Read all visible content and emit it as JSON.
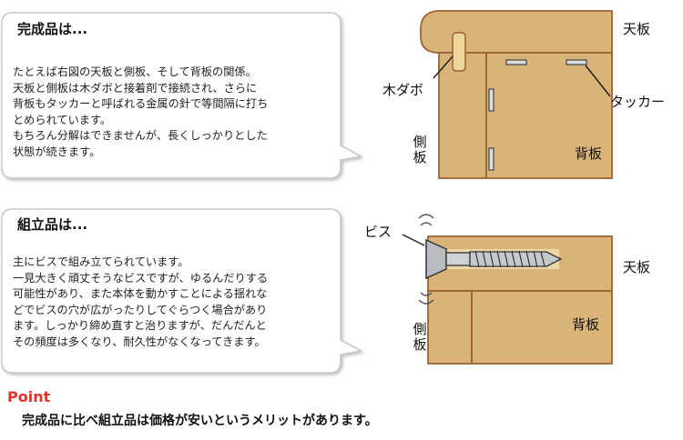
{
  "bubbles": [
    {
      "title": "完成品は...",
      "body": "たとえば右図の天板と側板、そして背板の関係。\n天板と側板は木ダボと接着剤で接続され、さらに\n背板もタッカーと呼ばれる金属の針で等間隔に打ち\nとめられています。\nもちろん分解はできませんが、長くしっかりとした\n状態が続きます。"
    },
    {
      "title": "組立品は...",
      "body": "主にビスで組み立てられています。\n一見大きく頑丈そうなビスですが、ゆるんだりする\n可能性があり、また本体を動かすことによる揺れな\nどでビスの穴が広がったりしてぐらつく場合があり\nます。しっかり締め直すと治りますが、だんだんと\nその頻度は多くなり、耐久性がなくなってきます。"
    }
  ],
  "diagram1": {
    "top_board": "天板",
    "dowel": "木ダボ",
    "tacker": "タッカー",
    "side_board": "側板",
    "back_board": "背板"
  },
  "diagram2": {
    "screw": "ビス",
    "top_board": "天板",
    "side_board": "側板",
    "back_board": "背板"
  },
  "point": {
    "title": "Point",
    "text": "完成品に比べ組立品は価格が安いというメリットがあります。"
  },
  "colors": {
    "wood": "#d9b377",
    "wood_edge": "#9a6434",
    "wood_light": "#e9cf98",
    "accent": "#e4322b"
  }
}
